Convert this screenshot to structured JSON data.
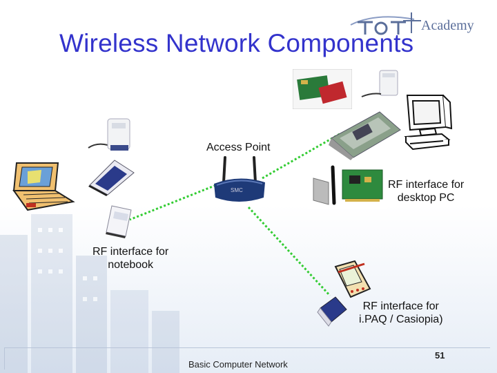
{
  "slide": {
    "title": "Wireless Network Components",
    "logo_text": "Academy",
    "footer_text": "Basic Computer Network",
    "page_number": "51"
  },
  "labels": {
    "access_point": "Access Point",
    "rf_desktop_line1": "RF interface for",
    "rf_desktop_line2": "desktop PC",
    "rf_notebook_line1": "RF interface for",
    "rf_notebook_line2": "notebook",
    "rf_ipaq_line1": "RF interface for",
    "rf_ipaq_line2": "i.PAQ / Casiopia)"
  },
  "colors": {
    "title": "#3333cc",
    "link": "#33cc33",
    "router_body": "#1e3a78"
  }
}
